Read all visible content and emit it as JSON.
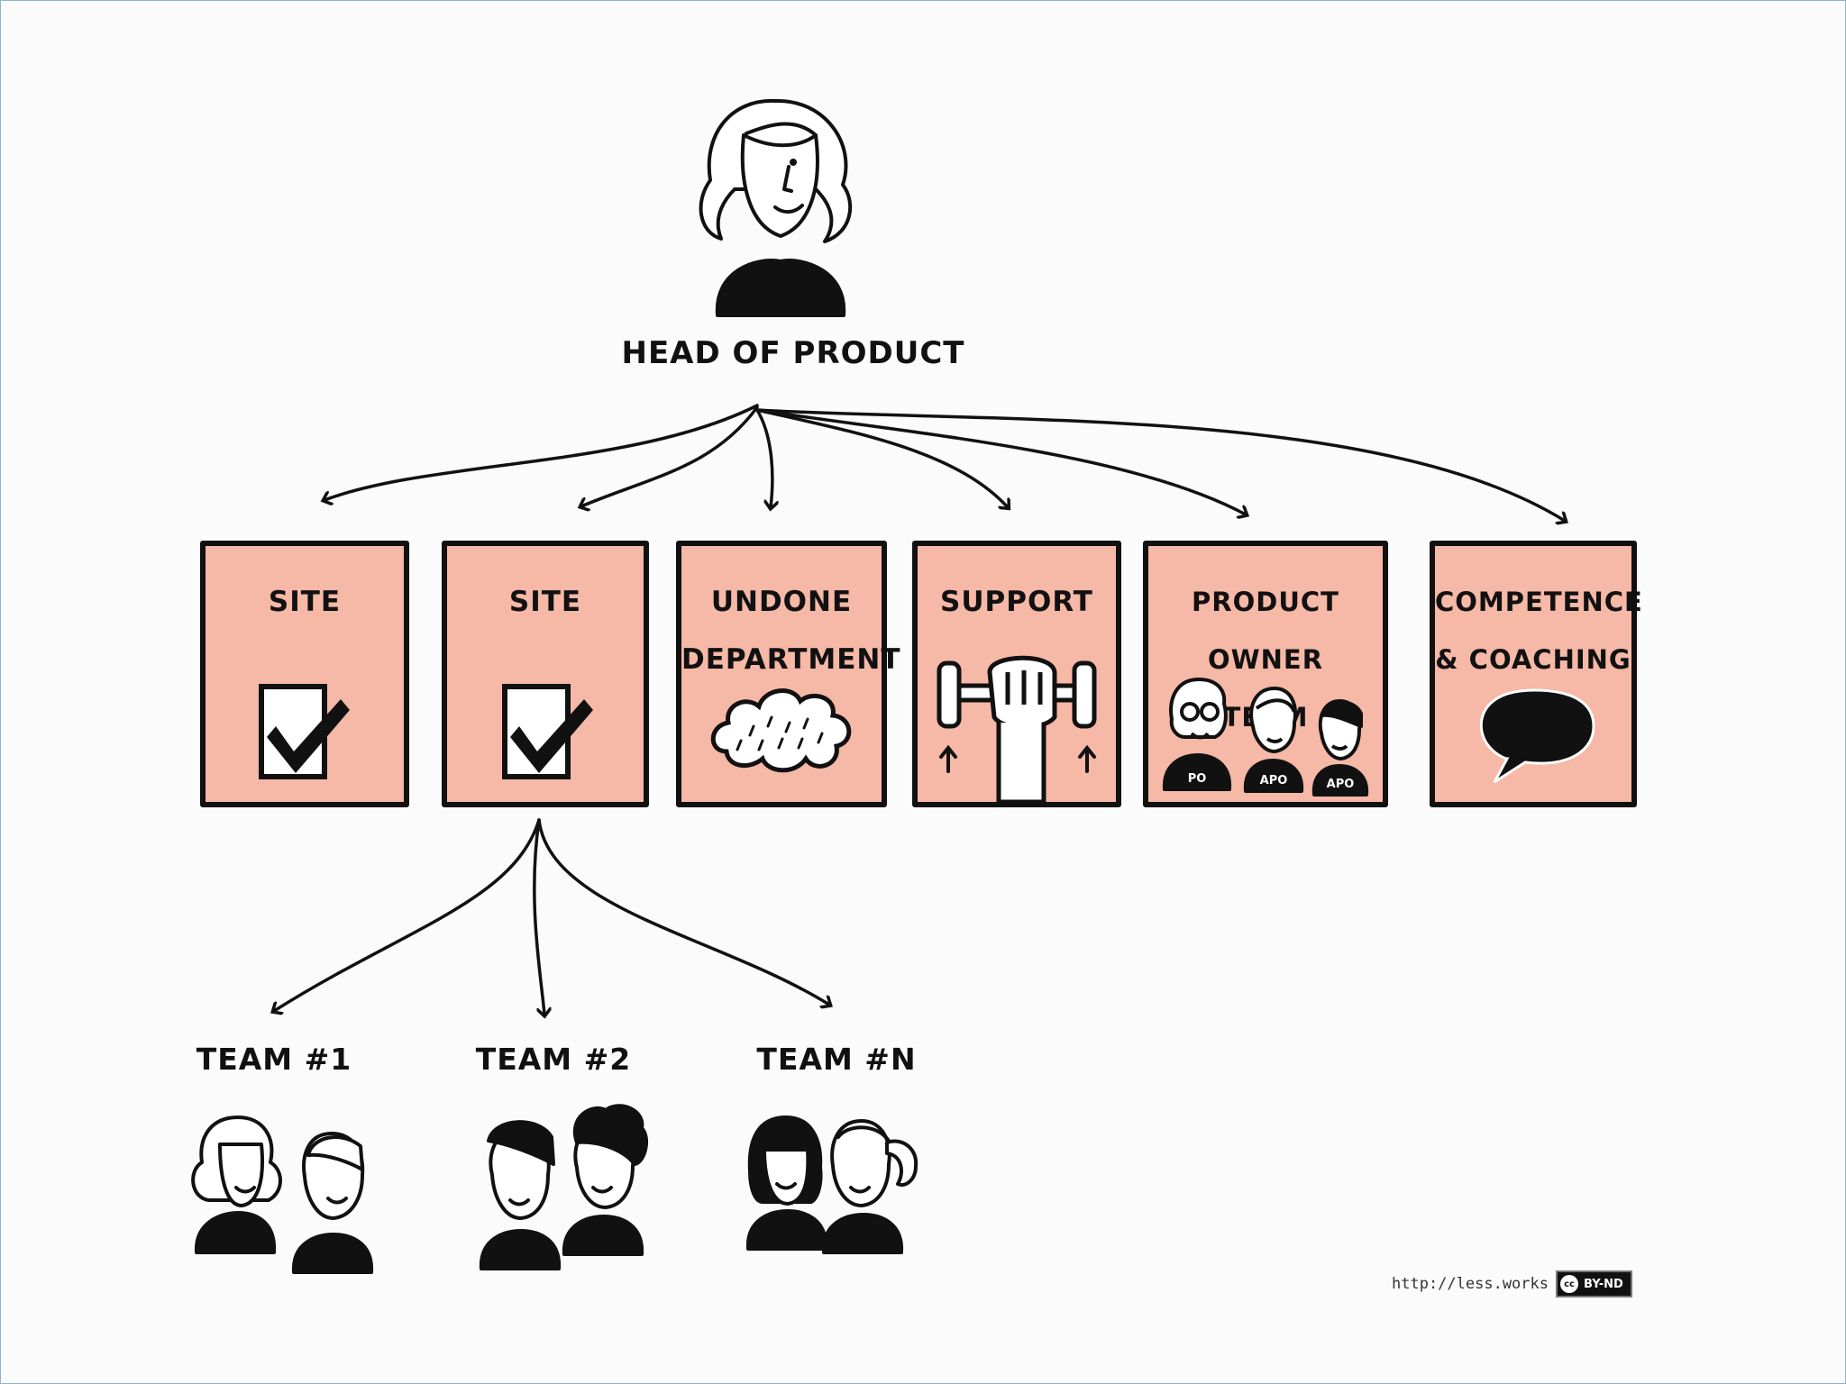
{
  "top": {
    "title": "HEAD OF PRODUCT"
  },
  "boxes": [
    {
      "line1": "SITE",
      "line2": "",
      "icon": "checkbox-icon"
    },
    {
      "line1": "SITE",
      "line2": "",
      "icon": "checkbox-icon"
    },
    {
      "line1": "UNDONE",
      "line2": "DEPARTMENT",
      "icon": "rain-cloud-icon"
    },
    {
      "line1": "SUPPORT",
      "line2": "",
      "icon": "dumbbell-fist-icon"
    },
    {
      "line1": "PRODUCT OWNER",
      "line2": "TEAM",
      "icon": "product-owner-people-icon"
    },
    {
      "line1": "COMPETENCE",
      "line2": "& COACHING",
      "icon": "speech-bubble-icon"
    }
  ],
  "po_badges": [
    "PO",
    "APO",
    "APO"
  ],
  "teams": [
    {
      "label": "TEAM #1"
    },
    {
      "label": "TEAM #2"
    },
    {
      "label": "TEAM #N"
    }
  ],
  "footer": {
    "url": "http://less.works",
    "license_icon": "cc",
    "license": "BY-ND"
  },
  "colors": {
    "box_fill": "#f6b8a7",
    "ink": "#111111",
    "background": "#fbfbfb"
  }
}
